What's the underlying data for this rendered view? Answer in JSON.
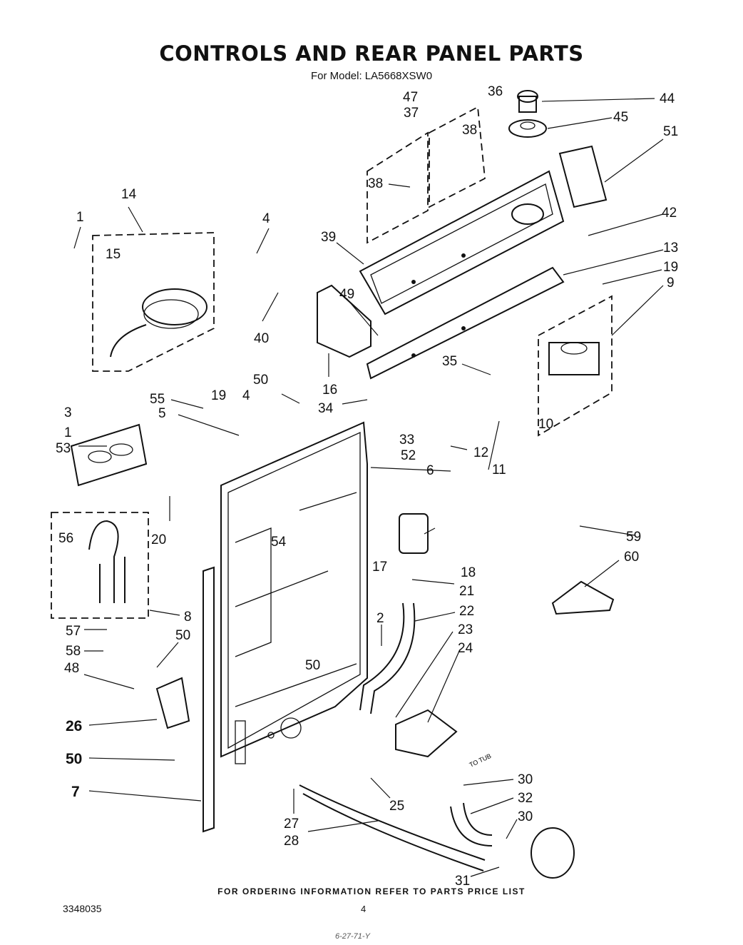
{
  "title": "CONTROLS AND REAR PANEL PARTS",
  "subtitle": "For Model: LA5668XSW0",
  "footer_note": "FOR ORDERING INFORMATION REFER TO PARTS PRICE LIST",
  "doc_number": "3348035",
  "page_number": "4",
  "handwritten_note": "6-27-71-Y",
  "to_tub_label": "TO TUB",
  "callouts": [
    "1",
    "14",
    "15",
    "4",
    "3",
    "1",
    "53",
    "55",
    "5",
    "19",
    "4",
    "50",
    "40",
    "16",
    "39",
    "49",
    "38",
    "37",
    "47",
    "38",
    "36",
    "44",
    "45",
    "51",
    "42",
    "13",
    "19",
    "9",
    "35",
    "34",
    "33",
    "52",
    "12",
    "11",
    "10",
    "6",
    "20",
    "56",
    "54",
    "17",
    "18",
    "21",
    "22",
    "2",
    "23",
    "24",
    "8",
    "57",
    "58",
    "50",
    "48",
    "50",
    "26",
    "50",
    "7",
    "25",
    "27",
    "28",
    "30",
    "32",
    "30",
    "31",
    "59",
    "60"
  ]
}
